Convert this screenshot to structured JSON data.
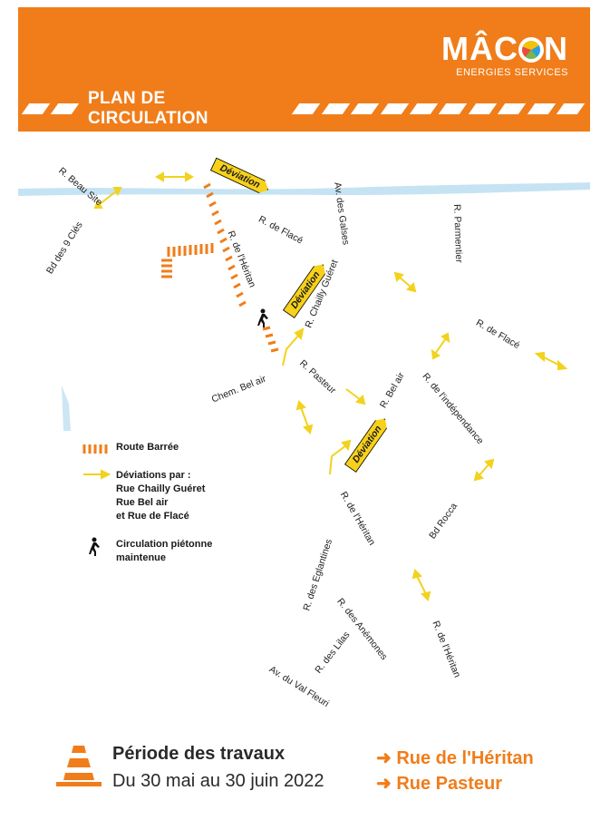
{
  "header": {
    "brand": "MÂC",
    "brand_end": "N",
    "brand_sub": "ENERGIES SERVICES",
    "title": "PLAN DE CIRCULATION",
    "colors": {
      "orange": "#f07d1a",
      "yellow": "#f7d11a",
      "river": "#bfe0f2"
    }
  },
  "map": {
    "streets": {
      "beau_site": "R. Beau Site",
      "bd_9_cles": "Bd des 9 Clés",
      "flace_1": "R. de Flacé",
      "galses": "Av. des Galses",
      "parmentier": "R. Parmentier",
      "heritan_1": "R. de l'Héritan",
      "chailly": "R. Chailly Guéret",
      "flace_2": "R. de Flacé",
      "pasteur": "R. Pasteur",
      "bel_air_chem": "Chem. Bel air",
      "bel_air": "R. Bel air",
      "independance": "R. de l'indépendance",
      "heritan_2": "R. de l'Héritan",
      "rocca": "Bd Rocca",
      "eglantines": "R. des Eglantines",
      "anemones": "R. des Anémones",
      "lilas": "R. des Lilas",
      "heritan_3": "R. de l'Héritan",
      "val_fleuri": "Av. du Val Fleuri"
    },
    "deviation_label": "Déviation"
  },
  "legend": {
    "route_barree": "Route Barrée",
    "deviations_title": "Déviations par :",
    "deviations_lines": [
      "Rue Chailly Guéret",
      "Rue Bel air",
      "et Rue de Flacé"
    ],
    "pedestrian_line1": "Circulation piétonne",
    "pedestrian_line2": "maintenue"
  },
  "footer": {
    "period_title": "Période des travaux",
    "period_dates": "Du 30 mai au 30 juin 2022",
    "streets": [
      "➜ Rue de l'Héritan",
      "➜ Rue Pasteur"
    ]
  }
}
